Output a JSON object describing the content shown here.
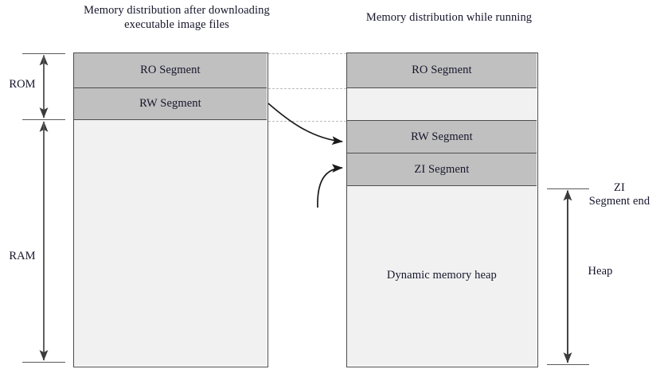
{
  "diagram": {
    "titles": {
      "left": "Memory distribution after downloading executable image files",
      "right": "Memory distribution while running"
    },
    "left_block": {
      "name": "download-image-memory-map",
      "segments": [
        {
          "id": "ro",
          "label": "RO Segment",
          "fill": "#c0c0c0"
        },
        {
          "id": "rw",
          "label": "RW Segment",
          "fill": "#c0c0c0"
        },
        {
          "id": "free",
          "label": "",
          "fill": "#f1f1f1"
        }
      ]
    },
    "right_block": {
      "name": "running-memory-map",
      "segments": [
        {
          "id": "ro",
          "label": "RO Segment",
          "fill": "#c0c0c0"
        },
        {
          "id": "gap",
          "label": "",
          "fill": "#f1f1f1"
        },
        {
          "id": "rw",
          "label": "RW Segment",
          "fill": "#c0c0c0"
        },
        {
          "id": "zi",
          "label": "ZI Segment",
          "fill": "#c0c0c0"
        },
        {
          "id": "heap",
          "label": "Dynamic memory heap",
          "fill": "#f1f1f1"
        }
      ]
    },
    "left_axis": [
      {
        "id": "rom",
        "label": "ROM"
      },
      {
        "id": "ram",
        "label": "RAM"
      }
    ],
    "right_axis": [
      {
        "id": "zi-segment-end",
        "label": "ZI\nSegment end",
        "line1": "ZI",
        "line2": "Segment end"
      },
      {
        "id": "heap",
        "label": "Heap"
      }
    ],
    "colors": {
      "segment_fill": "#c0c0c0",
      "free_fill": "#f1f1f1",
      "border": "#4d4d4d",
      "dotted": "#bdbdbd",
      "arrow": "#1a1a1a",
      "text": "#15152b"
    }
  }
}
